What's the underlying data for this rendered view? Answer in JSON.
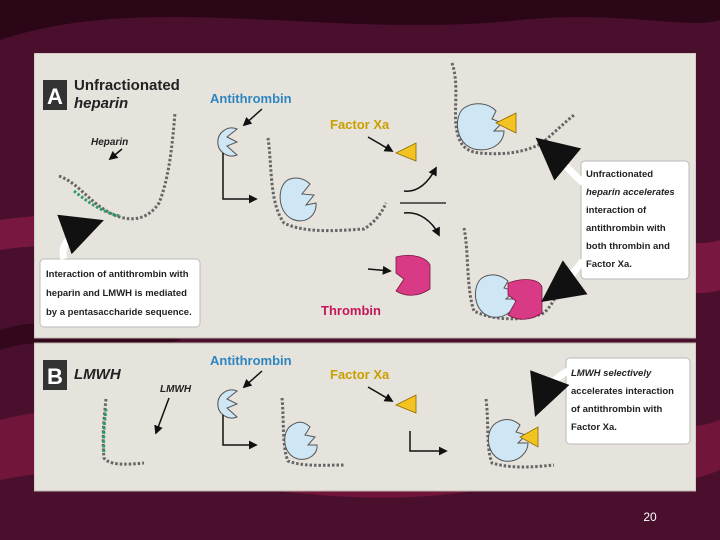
{
  "slide": {
    "page_number": "20",
    "colors": {
      "background": "#4a0f2c",
      "band_dark": "#2a0617",
      "band_light": "#8c1c4a",
      "panel": "#e6e2dc",
      "antithrombin": "#cfe7f5",
      "factor_xa": "#f3c321",
      "thrombin": "#d93a86",
      "label_blue": "#2e86c1",
      "label_gold": "#c8a000",
      "label_pink": "#c2185b"
    }
  },
  "panel_a": {
    "letter": "A",
    "title_line1": "Unfractionated",
    "title_line2": "heparin",
    "heparin_label": "Heparin",
    "antithrombin_label": "Antithrombin",
    "factor_xa_label": "Factor Xa",
    "thrombin_label": "Thrombin",
    "left_callout": [
      "Interaction of antithrombin with",
      "heparin and LMWH is mediated",
      "by a pentasaccharide sequence."
    ],
    "right_callout": [
      "Unfractionated",
      "heparin accelerates",
      "interaction of",
      "antithrombin with",
      "both thrombin and",
      "Factor Xa."
    ]
  },
  "panel_b": {
    "letter": "B",
    "title": "LMWH",
    "lmwh_label": "LMWH",
    "antithrombin_label": "Antithrombin",
    "factor_xa_label": "Factor Xa",
    "right_callout": [
      "LMWH selectively",
      "accelerates interaction",
      "of antithrombin with",
      "Factor Xa."
    ]
  }
}
